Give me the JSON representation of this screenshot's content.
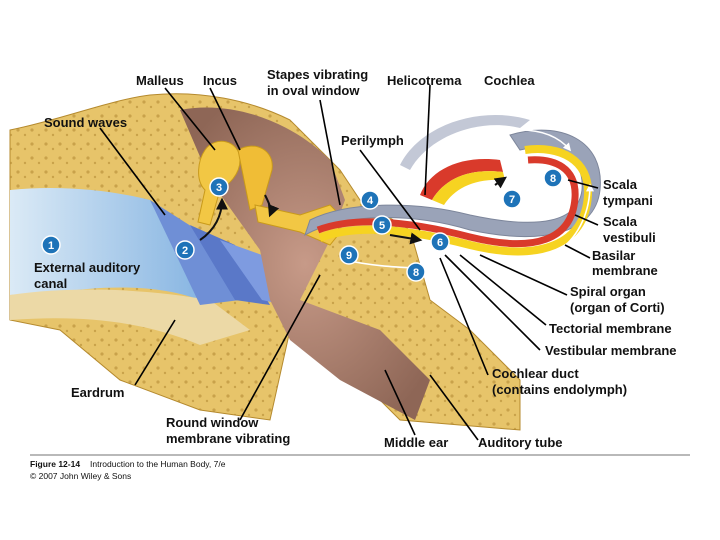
{
  "labels": {
    "malleus": "Malleus",
    "incus": "Incus",
    "stapes_line1": "Stapes vibrating",
    "stapes_line2": "in oval window",
    "helicotrema": "Helicotrema",
    "cochlea": "Cochlea",
    "sound_waves": "Sound waves",
    "perilymph": "Perilymph",
    "scala_tympani_line1": "Scala",
    "scala_tympani_line2": "tympani",
    "scala_vestibuli_line1": "Scala",
    "scala_vestibuli_line2": "vestibuli",
    "basilar_line1": "Basilar",
    "basilar_line2": "membrane",
    "spiral_line1": "Spiral organ",
    "spiral_line2": "(organ of Corti)",
    "tectorial": "Tectorial membrane",
    "vestibular": "Vestibular membrane",
    "cochlear_duct_line1": "Cochlear duct",
    "cochlear_duct_line2": "(contains endolymph)",
    "external_line1": "External auditory",
    "external_line2": "canal",
    "eardrum": "Eardrum",
    "round_window_line1": "Round window",
    "round_window_line2": "membrane vibrating",
    "middle_ear": "Middle ear",
    "auditory_tube": "Auditory tube"
  },
  "steps": {
    "s1": "1",
    "s2": "2",
    "s3": "3",
    "s4": "4",
    "s5": "5",
    "s6": "6",
    "s7": "7",
    "s8a": "8",
    "s8b": "8",
    "s9": "9"
  },
  "caption": {
    "figure": "Figure 12-14",
    "title": "Introduction to the Human Body, 7/e",
    "copyright": "© 2007 John Wiley & Sons"
  },
  "colors": {
    "bone": "#e7c46a",
    "bone_dots": "#c9a24a",
    "ossicle": "#f2c744",
    "canal": "#9ec8ea",
    "middle_ear": "#b08070",
    "cochlea_tube": "#9aa3b8",
    "scala_red": "#d93a2b",
    "scala_yellow": "#f6d321",
    "step_blue": "#1e73b8"
  }
}
